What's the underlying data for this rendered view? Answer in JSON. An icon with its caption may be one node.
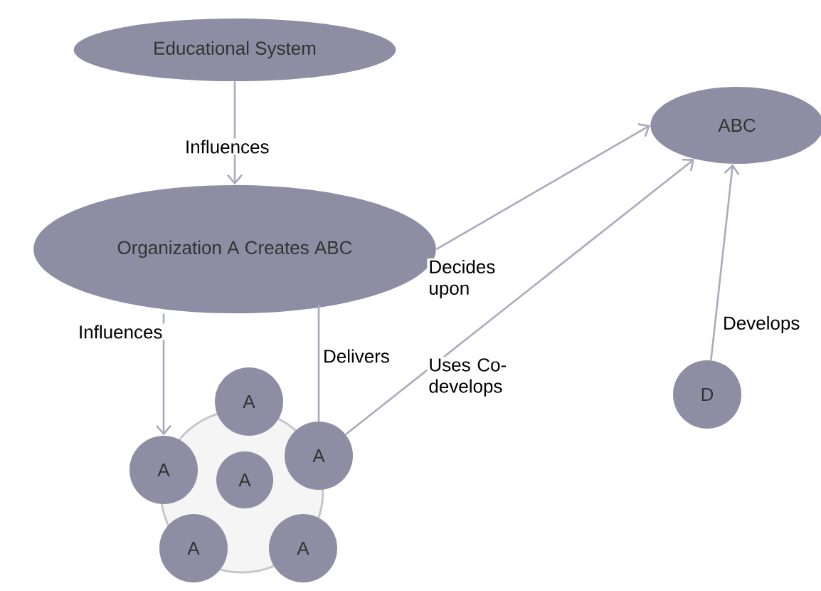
{
  "diagram": {
    "nodes": [
      {
        "text": [
          "Educational System"
        ]
      },
      {
        "text": [
          "Organization A Creates ABC"
        ]
      },
      {
        "text": [
          "ABC"
        ]
      },
      {
        "text": [],
        "shape": "circle"
      },
      {
        "text": [
          "A"
        ]
      },
      {
        "text": [
          "A"
        ]
      },
      {
        "text": [
          "A"
        ]
      },
      {
        "text": [
          "A"
        ],
        "in": 3
      },
      {
        "text": [
          "A"
        ]
      },
      {
        "text": [
          "A"
        ]
      },
      {
        "text": [
          "D"
        ]
      }
    ],
    "edges": [
      {
        "from": 0,
        "to": 1,
        "arrow": "to",
        "label": "Influences"
      },
      {
        "from": 1,
        "to": 5,
        "arrow": "to",
        "label": "Influences"
      },
      {
        "from": 6,
        "to": 1,
        "arrow": "none",
        "label": "Delivers"
      },
      {
        "from": 1,
        "to": 2,
        "arrow": "to",
        "label": "Decides upon"
      },
      {
        "from": 6,
        "to": 2,
        "arrow": "to",
        "label": "Uses Co-develops"
      },
      {
        "from": 10,
        "to": 2,
        "arrow": "to",
        "label": "Develops"
      }
    ]
  }
}
